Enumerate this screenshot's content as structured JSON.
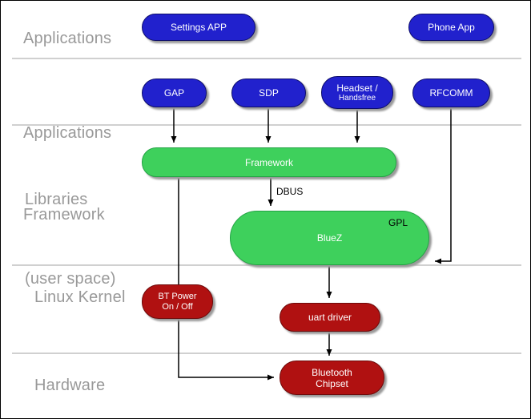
{
  "colors": {
    "app_blue": "#2121cd",
    "framework_green": "#3ed05c",
    "kernel_red": "#b01111",
    "layer_label_gray": "#999999",
    "shadow_gray": "#9a9a9a"
  },
  "layer_labels": {
    "applications": "Applications",
    "applications_framework": [
      "Applications",
      "Framework"
    ],
    "libraries": [
      "Libraries",
      "(user space)"
    ],
    "linux_kernel": "Linux Kernel",
    "hardware": "Hardware"
  },
  "nodes": {
    "settings_app": "Settings APP",
    "phone_app": "Phone App",
    "gap": "GAP",
    "sdp": "SDP",
    "headset": [
      "Headset /",
      "Handsfree"
    ],
    "rfcomm": "RFCOMM",
    "framework": "Framework",
    "bluez": "BlueZ",
    "bluez_license": "GPL",
    "bt_power": [
      "BT Power",
      "On / Off"
    ],
    "uart_driver": "uart driver",
    "bluetooth_chipset": [
      "Bluetooth",
      "Chipset"
    ]
  },
  "edge_labels": {
    "dbus": "DBUS"
  }
}
